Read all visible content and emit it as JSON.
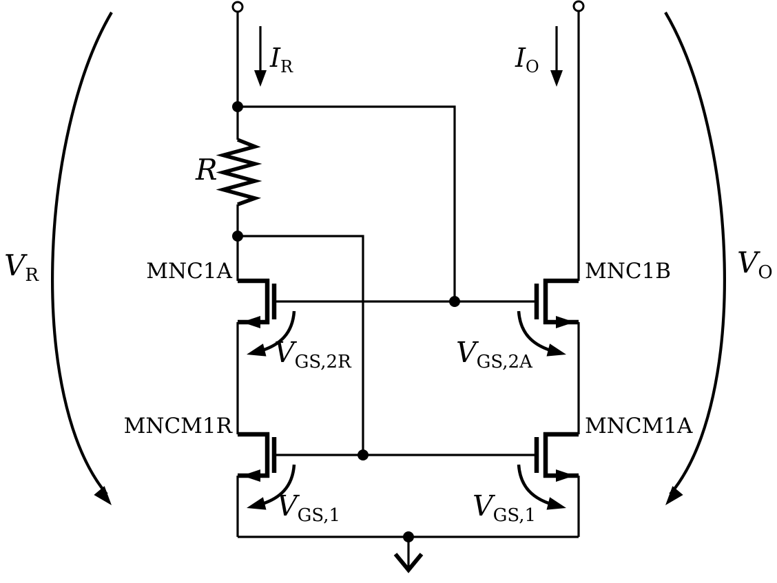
{
  "colors": {
    "ink": "#000000",
    "background": "#ffffff"
  },
  "resistor": {
    "label": "R"
  },
  "currents": {
    "ir": {
      "base": "I",
      "sub": "R"
    },
    "io": {
      "base": "I",
      "sub": "O"
    }
  },
  "voltages": {
    "vr": {
      "base": "V",
      "sub": "R"
    },
    "vo": {
      "base": "V",
      "sub": "O"
    }
  },
  "transistors": {
    "mnc1a": {
      "name": "MNC1A",
      "vgs_base": "V",
      "vgs_sub": "GS,2R"
    },
    "mnc1b": {
      "name": "MNC1B",
      "vgs_base": "V",
      "vgs_sub": "GS,2A"
    },
    "mncm1r": {
      "name": "MNCM1R",
      "vgs_base": "V",
      "vgs_sub": "GS,1"
    },
    "mncm1a": {
      "name": "MNCM1A",
      "vgs_base": "V",
      "vgs_sub": "GS,1"
    }
  }
}
